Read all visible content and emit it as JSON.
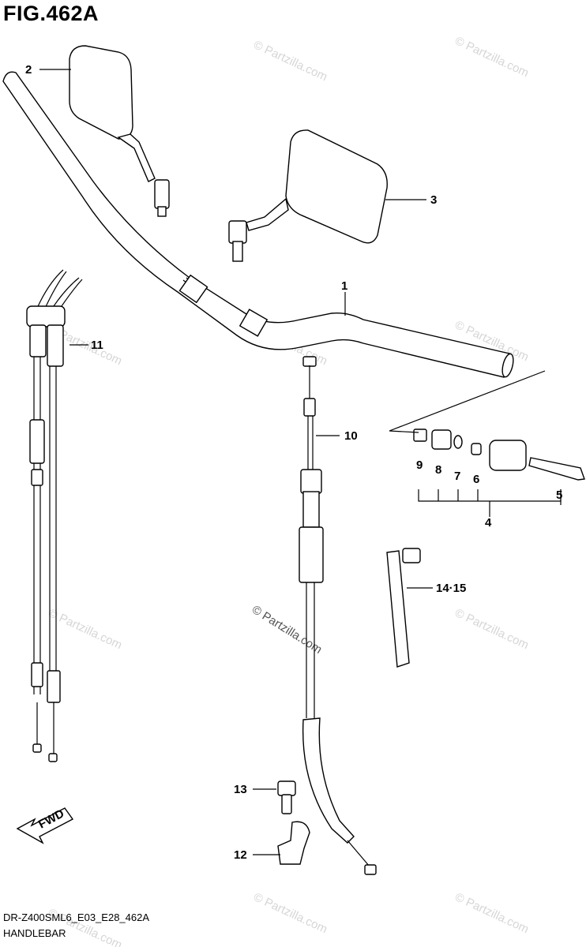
{
  "figure": {
    "title": "FIG.462A",
    "code": "DR-Z400SML6_E03_E28_462A",
    "caption": "HANDLEBAR"
  },
  "watermark": {
    "text": "© Partzilla.com",
    "color": "#d6d6d6"
  },
  "callouts": [
    {
      "id": "1",
      "label": "1"
    },
    {
      "id": "2",
      "label": "2"
    },
    {
      "id": "3",
      "label": "3"
    },
    {
      "id": "4",
      "label": "4"
    },
    {
      "id": "5",
      "label": "5"
    },
    {
      "id": "6",
      "label": "6"
    },
    {
      "id": "7",
      "label": "7"
    },
    {
      "id": "8",
      "label": "8"
    },
    {
      "id": "9",
      "label": "9"
    },
    {
      "id": "10",
      "label": "10"
    },
    {
      "id": "11",
      "label": "11"
    },
    {
      "id": "12",
      "label": "12"
    },
    {
      "id": "13",
      "label": "13"
    },
    {
      "id": "14-15",
      "label": "14·15"
    }
  ],
  "fwd_arrow": {
    "label": "FWD"
  }
}
